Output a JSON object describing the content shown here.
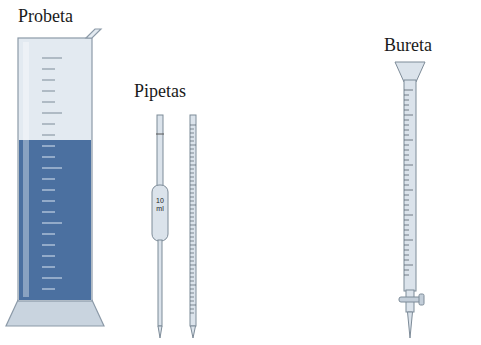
{
  "diagram": {
    "labels": [
      "Probeta",
      "Pipetas",
      "Bureta",
      "10 ml"
    ]
  }
}
